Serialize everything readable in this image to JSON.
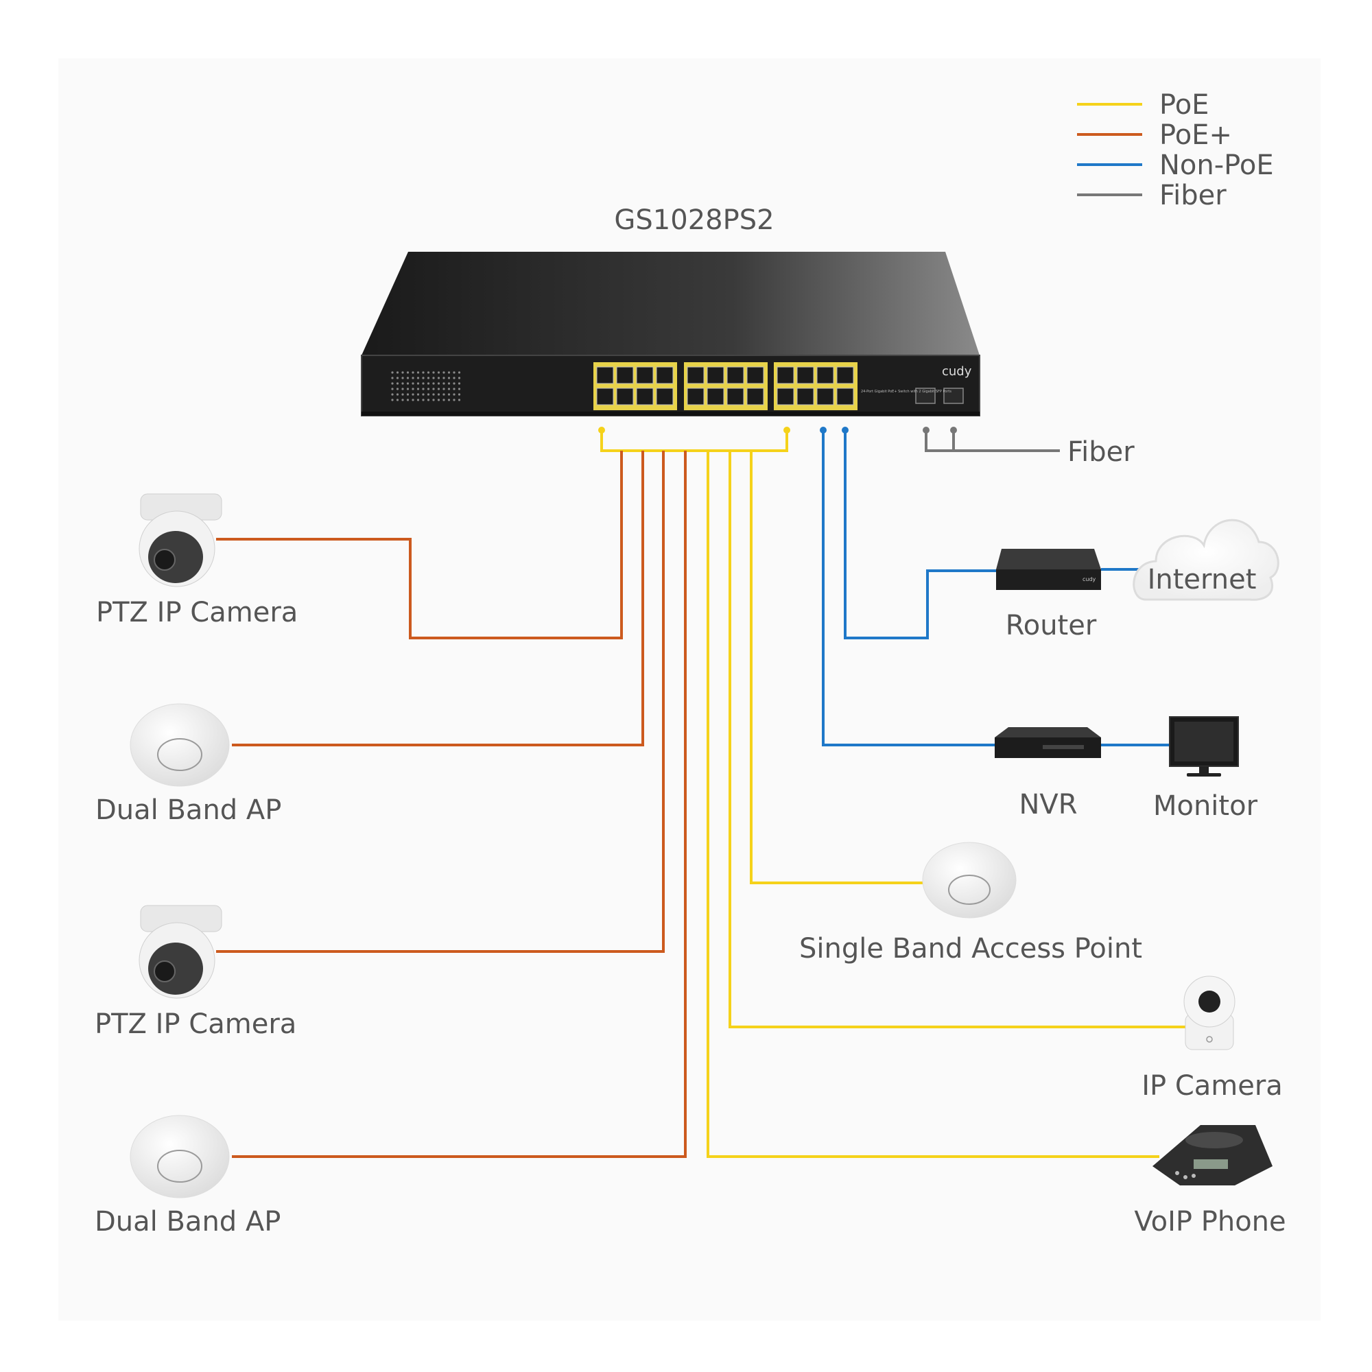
{
  "switch": {
    "model": "GS1028PS2",
    "brand": "cudy",
    "desc": "24-Port Gigabit PoE+ Switch with 2 Gigabit SFP Ports"
  },
  "legend": [
    {
      "label": "PoE",
      "color": "#f5d21a"
    },
    {
      "label": "PoE+",
      "color": "#cc5a1e"
    },
    {
      "label": "Non-PoE",
      "color": "#1f78c8"
    },
    {
      "label": "Fiber",
      "color": "#777777"
    }
  ],
  "fiber_label": "Fiber",
  "devices": {
    "cam1": "PTZ IP Camera",
    "ap1": "Dual Band AP",
    "cam2": "PTZ IP Camera",
    "ap2": "Dual Band AP",
    "router": "Router",
    "internet": "Internet",
    "nvr": "NVR",
    "monitor": "Monitor",
    "sbap": "Single Band Access Point",
    "ipcam": "IP Camera",
    "voip": "VoIP Phone"
  },
  "colors": {
    "poe": "#f5d21a",
    "poe_plus": "#cc5a1e",
    "non_poe": "#1f78c8",
    "fiber": "#777777",
    "panel_bg": "#fafafa"
  }
}
